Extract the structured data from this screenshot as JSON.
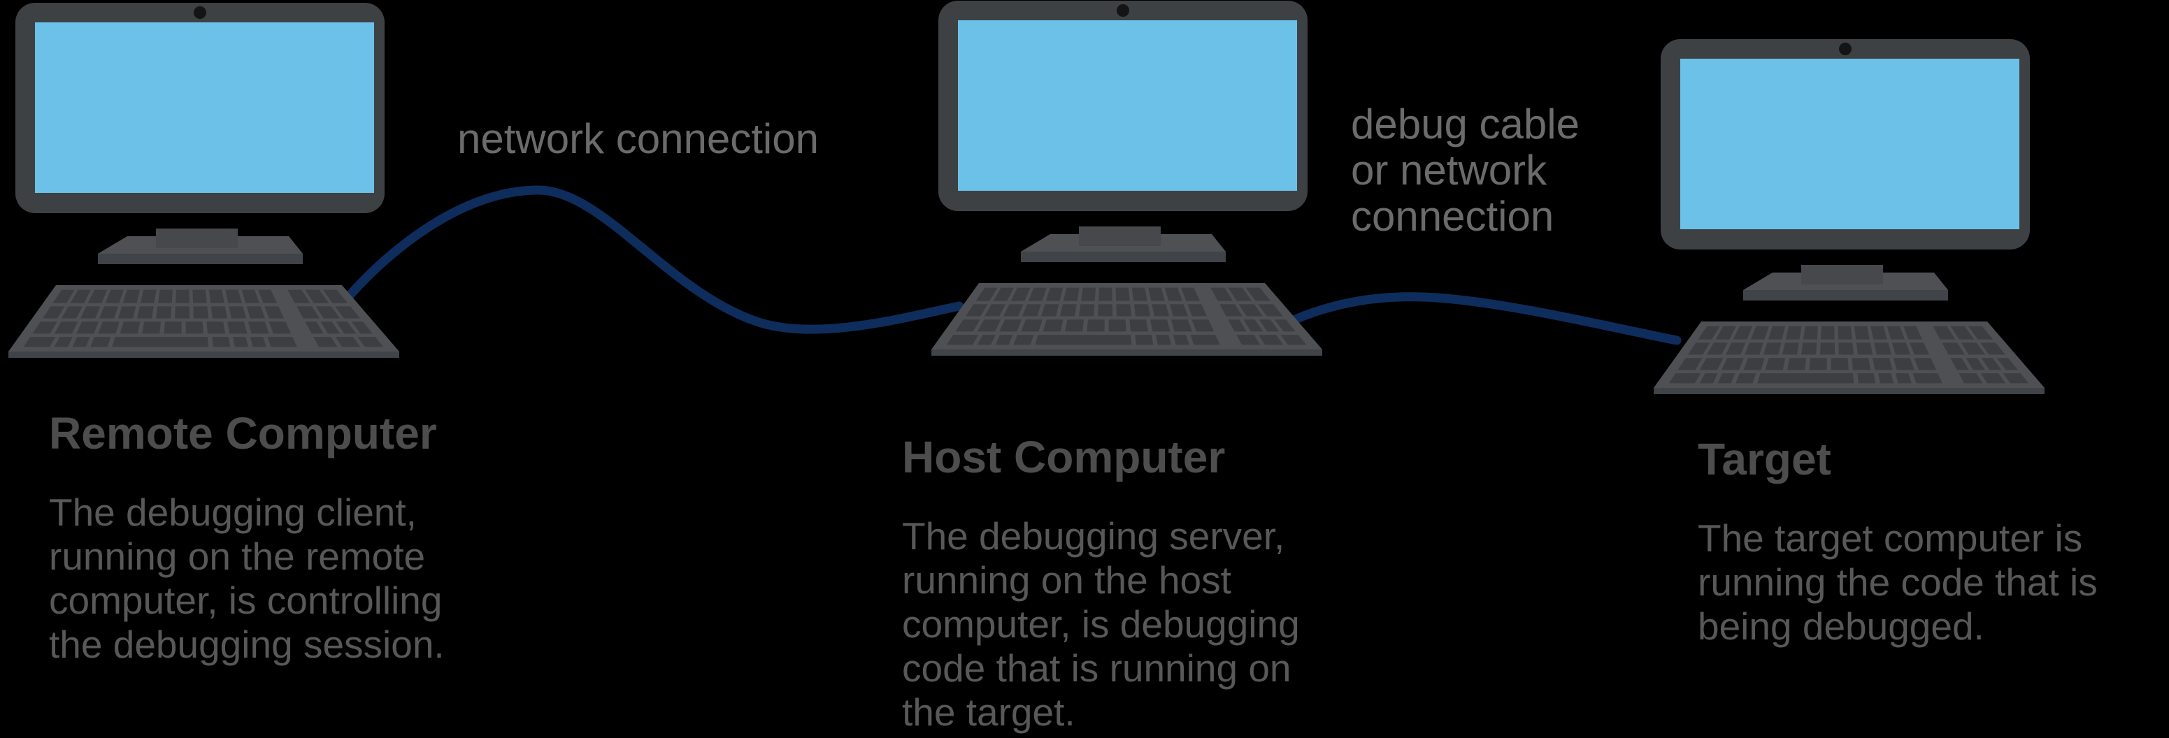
{
  "diagram": {
    "connections": [
      {
        "label": "network connection"
      },
      {
        "label": "debug cable\nor network\nconnection"
      }
    ],
    "computers": [
      {
        "name": "Remote Computer",
        "description": "The debugging client,\nrunning on the remote\ncomputer, is controlling\nthe debugging session."
      },
      {
        "name": "Host Computer",
        "description": "The debugging server,\nrunning on the host\ncomputer, is debugging\ncode that is running on\nthe target."
      },
      {
        "name": "Target",
        "description": "The target computer is\nrunning the code that is\nbeing debugged."
      }
    ],
    "colors": {
      "background": "#000000",
      "monitor_frame": "#3e4144",
      "screen_blue": "#6cc1e8",
      "keyboard_base": "#4e5054",
      "key": "#3c3e42",
      "cable_navy": "#0e2d5c",
      "heading_text": "#4d4d4d",
      "body_text": "#585858",
      "label_text": "#6b6b6b"
    }
  }
}
